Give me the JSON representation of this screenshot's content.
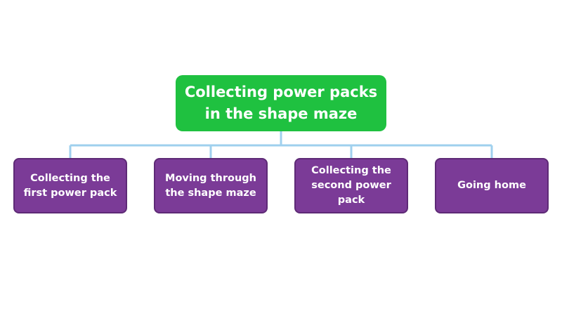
{
  "colors": {
    "root_fill": "#1fc140",
    "child_fill": "#7b3b97",
    "child_border": "#5e2a76",
    "connector": "#9fd0ee"
  },
  "root": {
    "label": "Collecting power packs in the shape maze"
  },
  "children": [
    {
      "label": "Collecting the first power pack"
    },
    {
      "label": "Moving through the shape maze"
    },
    {
      "label": "Collecting the second power pack"
    },
    {
      "label": "Going home"
    }
  ]
}
